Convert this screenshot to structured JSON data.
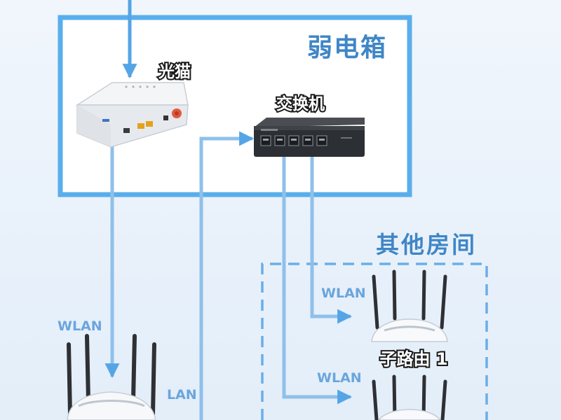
{
  "enclosure": {
    "label": "弱电箱"
  },
  "other_rooms": {
    "label": "其他房间"
  },
  "devices": {
    "modem": {
      "label": "光猫"
    },
    "switch": {
      "label": "交换机"
    },
    "sub_router_1": {
      "label": "子路由 1"
    }
  },
  "connections": {
    "wlan_main": "WLAN",
    "lan_main": "LAN",
    "wlan_sub1": "WLAN",
    "wlan_sub2": "WLAN"
  },
  "colors": {
    "line": "#8fc0ea",
    "arrow": "#55a5e6",
    "box_border": "#5aaeec",
    "label_blue": "#3f86c6"
  }
}
